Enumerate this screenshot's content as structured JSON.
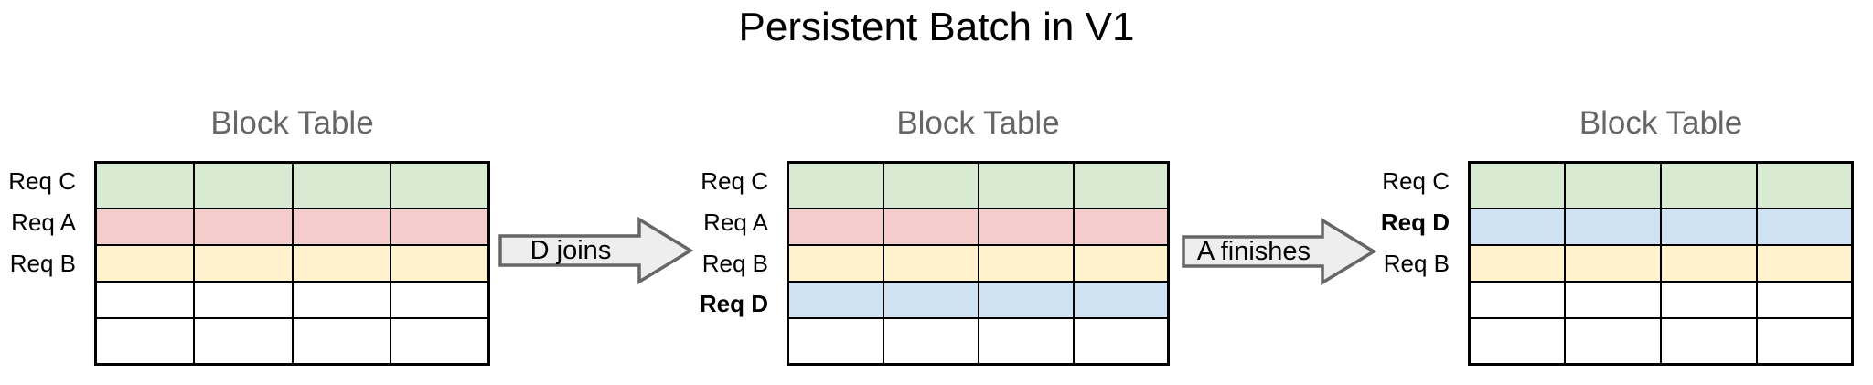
{
  "title": "Persistent Batch in V1",
  "colors": {
    "green": "#d9ead3",
    "red": "#f4cccc",
    "yellow": "#fff2cc",
    "blue": "#cfe2f3",
    "white": "#ffffff",
    "arrow_fill": "#eeeeee",
    "arrow_stroke": "#666666",
    "muted_title_text": "#666666"
  },
  "panels": [
    {
      "title": "Block Table",
      "columns": 4,
      "rows": [
        {
          "label": "Req C",
          "bold": false,
          "color": "green"
        },
        {
          "label": "Req A",
          "bold": false,
          "color": "red"
        },
        {
          "label": "Req B",
          "bold": false,
          "color": "yellow"
        },
        {
          "label": "",
          "bold": false,
          "color": "white"
        },
        {
          "label": "",
          "bold": false,
          "color": "white"
        }
      ]
    },
    {
      "title": "Block Table",
      "columns": 4,
      "rows": [
        {
          "label": "Req C",
          "bold": false,
          "color": "green"
        },
        {
          "label": "Req A",
          "bold": false,
          "color": "red"
        },
        {
          "label": "Req B",
          "bold": false,
          "color": "yellow"
        },
        {
          "label": "Req D",
          "bold": true,
          "color": "blue"
        },
        {
          "label": "",
          "bold": false,
          "color": "white"
        }
      ]
    },
    {
      "title": "Block Table",
      "columns": 4,
      "rows": [
        {
          "label": "Req C",
          "bold": false,
          "color": "green"
        },
        {
          "label": "Req D",
          "bold": true,
          "color": "blue"
        },
        {
          "label": "Req B",
          "bold": false,
          "color": "yellow"
        },
        {
          "label": "",
          "bold": false,
          "color": "white"
        },
        {
          "label": "",
          "bold": false,
          "color": "white"
        }
      ]
    }
  ],
  "arrows": [
    {
      "label": "D joins"
    },
    {
      "label": "A finishes"
    }
  ]
}
